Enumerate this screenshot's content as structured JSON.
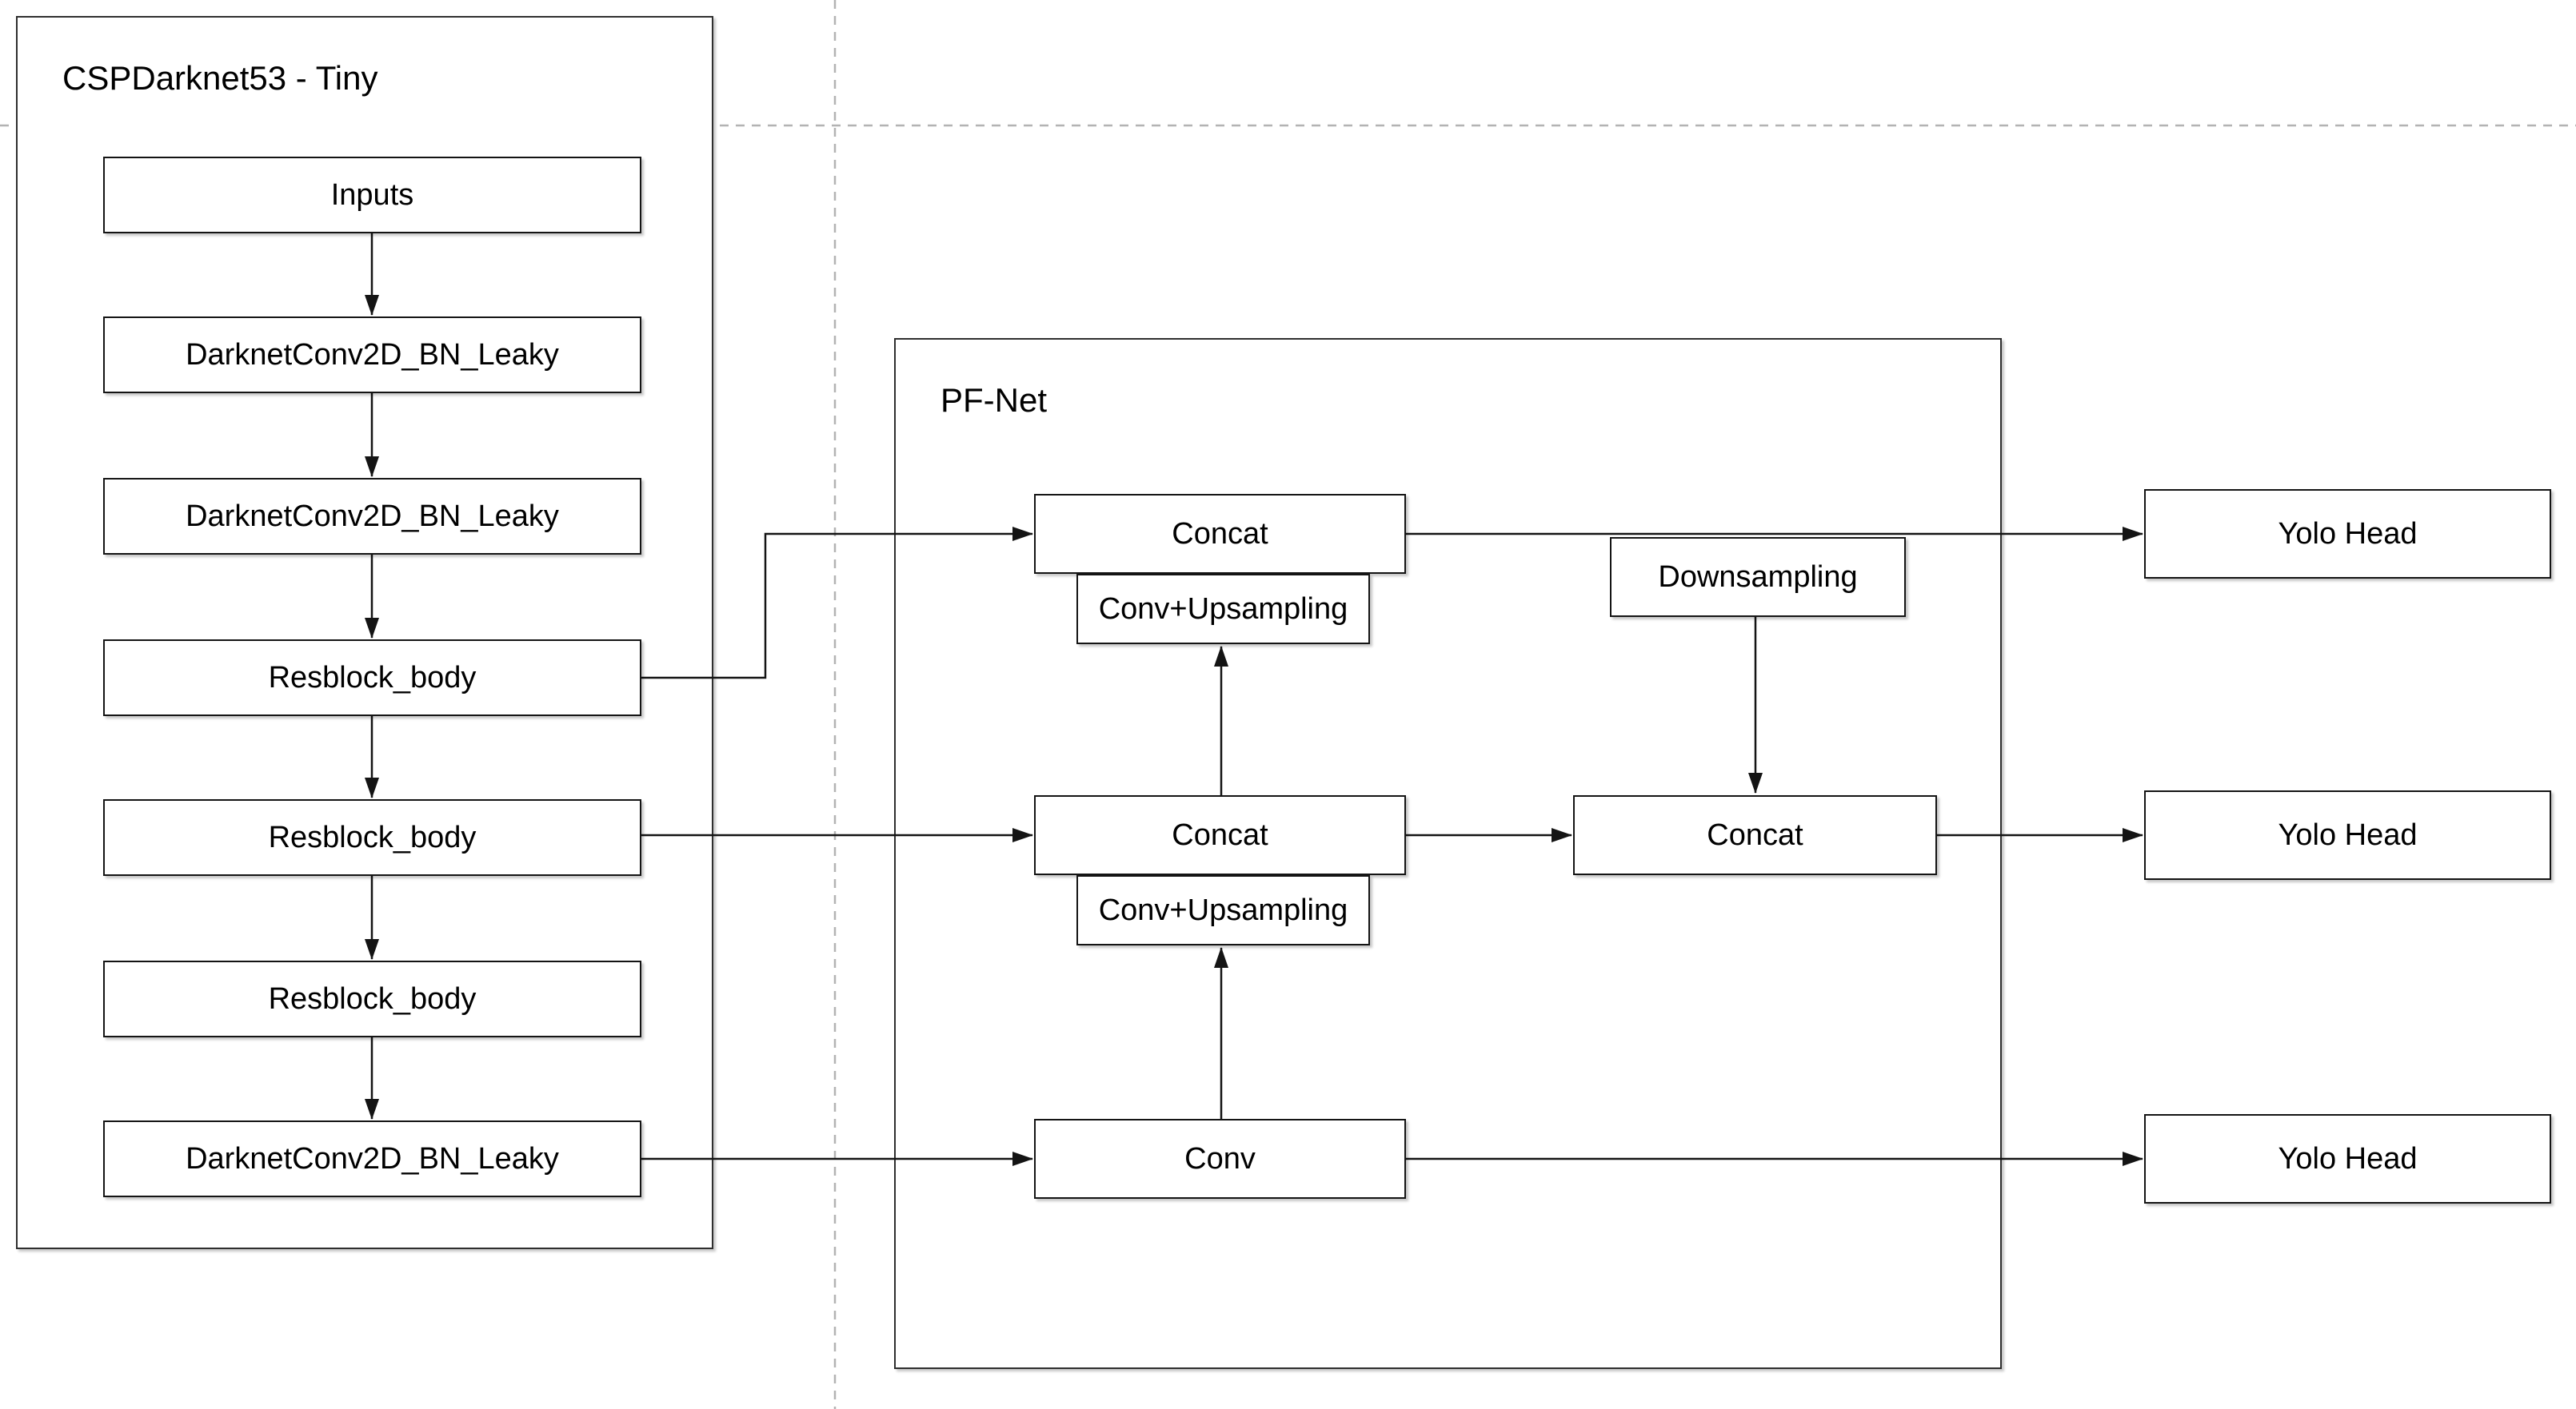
{
  "diagram": {
    "backbone": {
      "title": "CSPDarknet53 - Tiny",
      "nodes": [
        "Inputs",
        "DarknetConv2D_BN_Leaky",
        "DarknetConv2D_BN_Leaky",
        "Resblock_body",
        "Resblock_body",
        "Resblock_body",
        "DarknetConv2D_BN_Leaky"
      ]
    },
    "pfnet": {
      "title": "PF-Net",
      "concat_top": "Concat",
      "conv_upsampling_top": "Conv+Upsampling",
      "downsampling": "Downsampling",
      "concat_middle": "Concat",
      "conv_upsampling_middle": "Conv+Upsampling",
      "concat_right": "Concat",
      "conv_bottom": "Conv"
    },
    "outputs": {
      "yolo_head_top": "Yolo Head",
      "yolo_head_middle": "Yolo Head",
      "yolo_head_bottom": "Yolo Head"
    },
    "colors": {
      "stroke": "#141414",
      "guide_dash": "#b3b3b3",
      "background": "#ffffff"
    }
  }
}
